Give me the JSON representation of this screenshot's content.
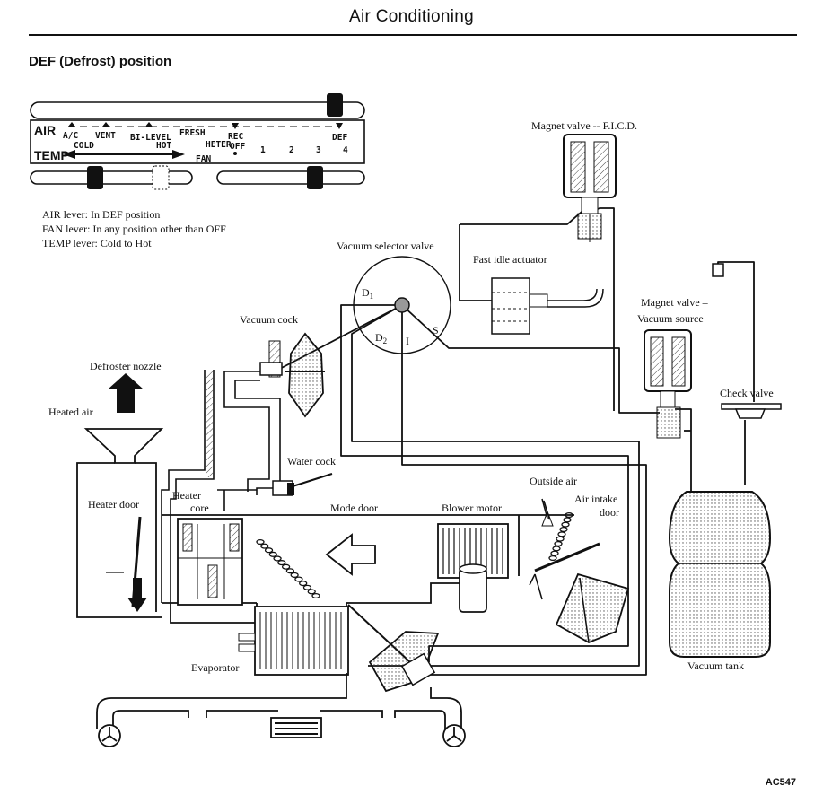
{
  "page": {
    "title": "Air Conditioning",
    "section_heading": "DEF (Defrost) position",
    "figure_code": "AC547"
  },
  "control_panel": {
    "air_label": "AIR",
    "temp_label": "TEMP",
    "fan_label": "FAN",
    "air_positions": [
      "A/C",
      "VENT",
      "BI-LEVEL",
      "FRESH",
      "HETER",
      "REC",
      "OFF",
      "DEF"
    ],
    "temp_cold": "COLD",
    "temp_hot": "HOT",
    "fan_speeds": [
      "1",
      "2",
      "3",
      "4"
    ]
  },
  "legend": {
    "air": "AIR lever:  In DEF position",
    "fan": "FAN lever:  In any position other than OFF",
    "temp": "TEMP lever:  Cold to Hot"
  },
  "labels": {
    "vacuum_selector_valve": "Vacuum selector valve",
    "fast_idle_actuator": "Fast idle actuator",
    "magnet_valve_ficd": "Magnet valve -- F.I.C.D.",
    "magnet_valve_vacuum_1": "Magnet valve –",
    "magnet_valve_vacuum_2": "Vacuum source",
    "check_valve": "Check valve",
    "vacuum_cock": "Vacuum cock",
    "defroster_nozzle": "Defroster nozzle",
    "heated_air": "Heated air",
    "water_cock": "Water cock",
    "heater_core_1": "Heater",
    "heater_core_2": "core",
    "heater_door": "Heater door",
    "mode_door": "Mode door",
    "blower_motor": "Blower motor",
    "outside_air": "Outside air",
    "air_intake_door_1": "Air intake",
    "air_intake_door_2": "door",
    "evaporator": "Evaporator",
    "vacuum_tank": "Vacuum tank",
    "port_d1": "D",
    "port_d1_sub": "1",
    "port_d2": "D",
    "port_d2_sub": "2",
    "port_i": "I",
    "port_s": "S"
  }
}
